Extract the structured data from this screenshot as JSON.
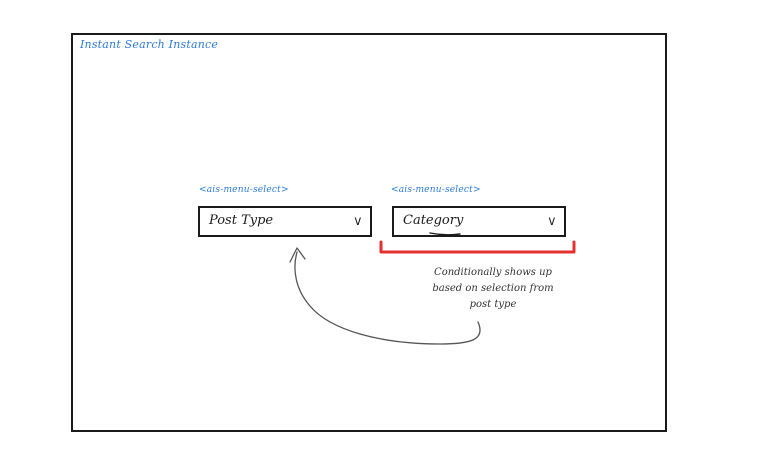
{
  "title": "Instant Search Instance",
  "colors": {
    "accent": "#2f7bd8",
    "highlight": "#e3322f",
    "ink": "#1a1a1a"
  },
  "selects": [
    {
      "tag": "<ais-menu-select>",
      "label": "Post Type",
      "chevron": "v"
    },
    {
      "tag": "<ais-menu-select>",
      "label": "Category",
      "chevron": "v"
    }
  ],
  "note": {
    "lines": [
      "Conditionally shows up",
      "based on selection from",
      "post type"
    ]
  }
}
